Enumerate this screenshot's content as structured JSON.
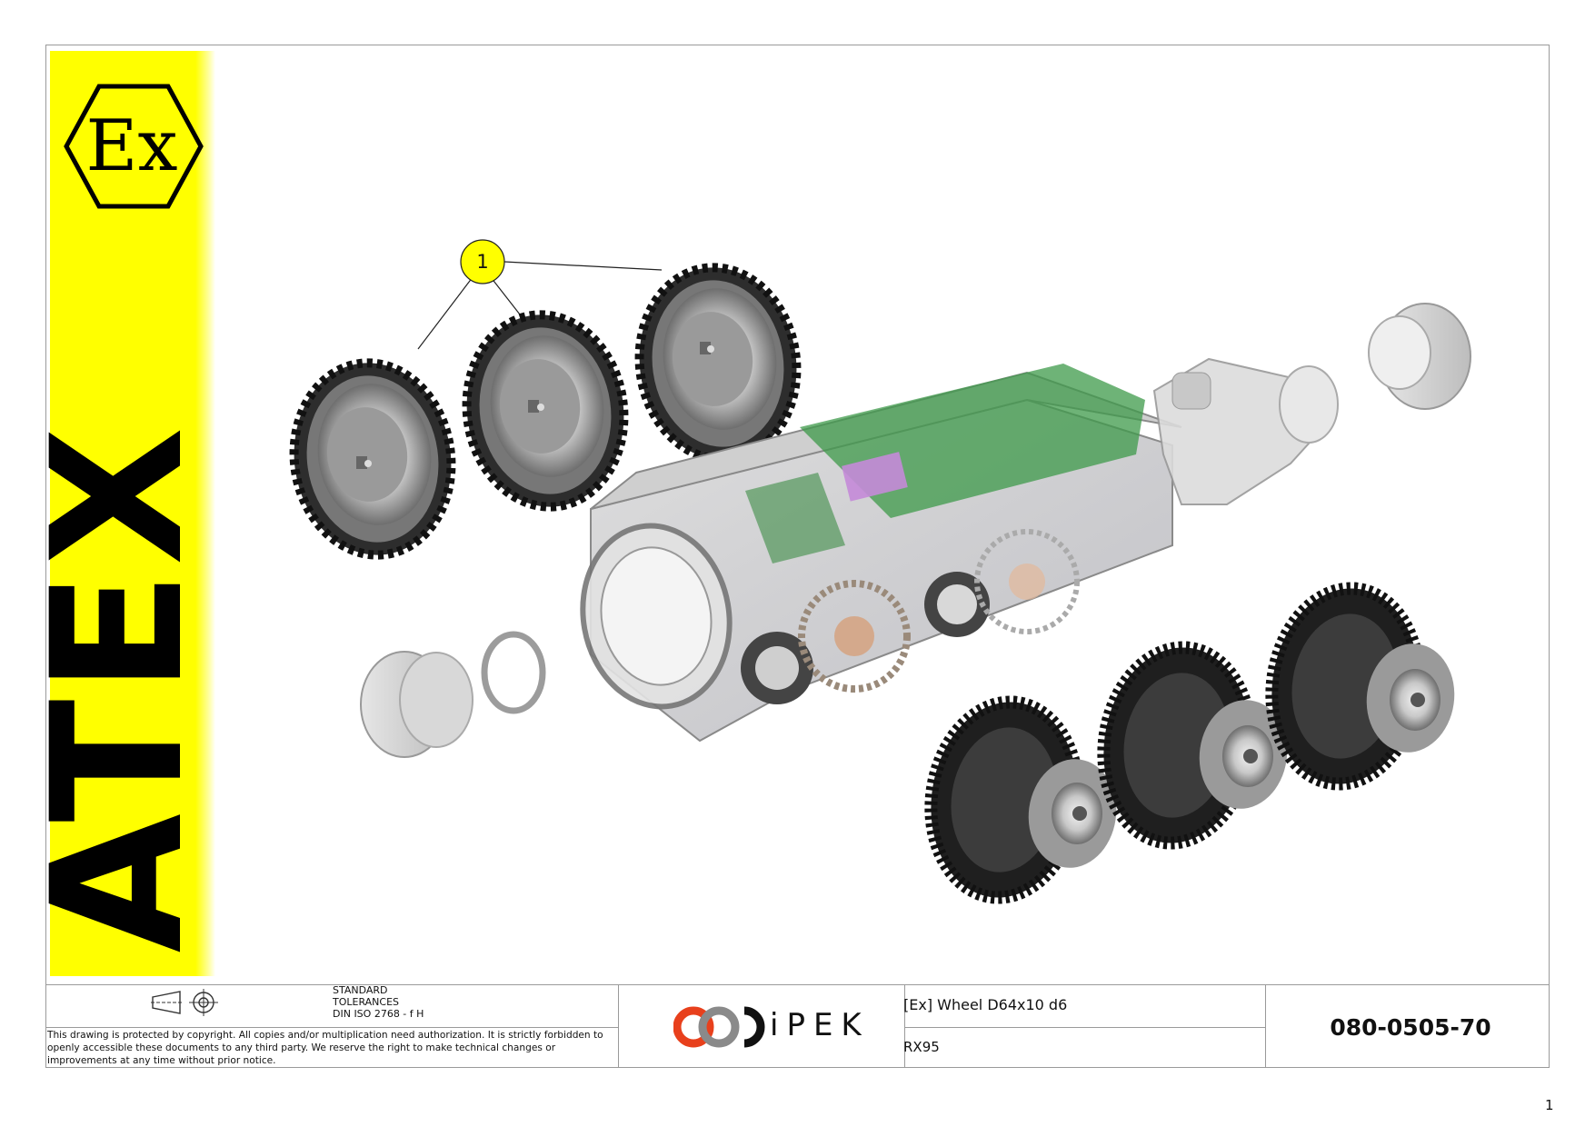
{
  "sidebar": {
    "label": "ATEX",
    "logo_letters": "Ex"
  },
  "drawing": {
    "balloon_number": "1"
  },
  "title_block": {
    "standard_lines": [
      "STANDARD",
      "TOLERANCES",
      "DIN ISO 2768 - f H"
    ],
    "copyright_lines": [
      "This drawing is protected by copyright. All copies and/or multiplication need authorization. It is strictly forbidden to",
      "openly accessible these documents to any third party. We reserve the right to make technical changes or",
      "improvements at any time without prior notice."
    ],
    "company": "iPEK",
    "title": "[Ex] Wheel D64x10 d6",
    "subtitle": "RX95",
    "part_number": "080-0505-70"
  },
  "page_number": "1",
  "colors": {
    "atex_yellow": "#ffff00",
    "balloon_yellow": "#ffff00",
    "brand_red": "#e8401c",
    "brand_grey": "#8a8a8a"
  }
}
